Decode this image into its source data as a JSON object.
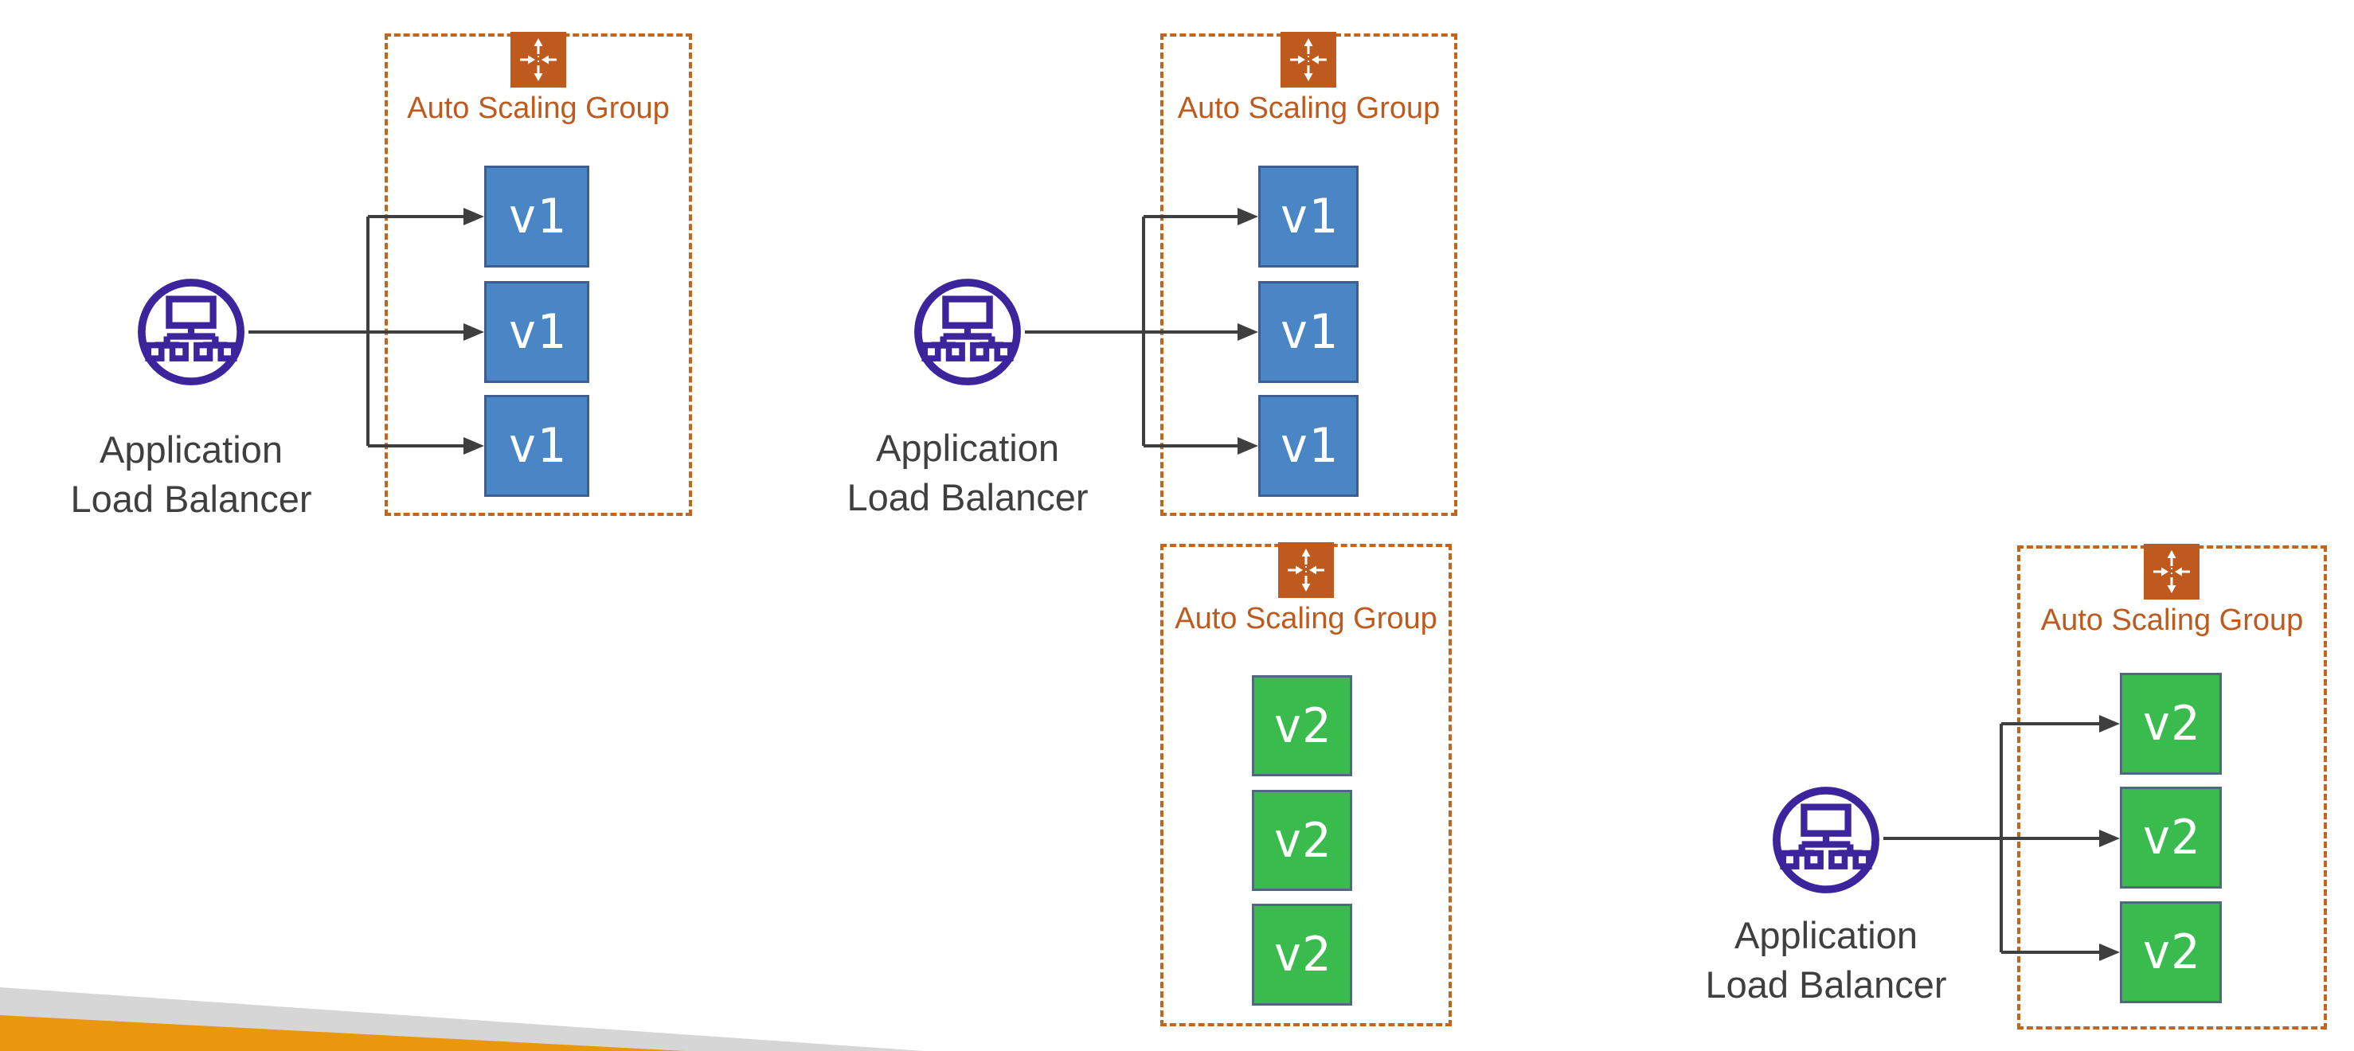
{
  "diagram": {
    "groups": [
      {
        "name": "alb-to-asg-v1-left",
        "alb": {
          "label_line1": "Application",
          "label_line2": "Load Balancer"
        },
        "asg": {
          "label": "Auto Scaling Group"
        },
        "instances": [
          "v1",
          "v1",
          "v1"
        ]
      },
      {
        "name": "alb-to-asg-v1-middle",
        "alb": {
          "label_line1": "Application",
          "label_line2": "Load Balancer"
        },
        "asg": {
          "label": "Auto Scaling Group"
        },
        "instances": [
          "v1",
          "v1",
          "v1"
        ]
      },
      {
        "name": "asg-v2-middle-idle",
        "asg": {
          "label": "Auto Scaling Group"
        },
        "instances": [
          "v2",
          "v2",
          "v2"
        ]
      },
      {
        "name": "alb-to-asg-v2-right",
        "alb": {
          "label_line1": "Application",
          "label_line2": "Load Balancer"
        },
        "asg": {
          "label": "Auto Scaling Group"
        },
        "instances": [
          "v2",
          "v2",
          "v2"
        ]
      }
    ],
    "colors": {
      "asg_orange": "#BE5A1D",
      "asg_dashed_border": "#C2651F",
      "instance_v1_fill": "#4A86C5",
      "instance_v1_border": "#3D5E8F",
      "instance_v2_fill": "#3ABB4D",
      "instance_v2_border": "#51687F",
      "alb_purple": "#3B249C",
      "connector_gray": "#3F3F3F",
      "label_gray": "#3F3F3F",
      "stripe_gray": "#D6D6D6",
      "stripe_orange": "#E9980D"
    }
  }
}
